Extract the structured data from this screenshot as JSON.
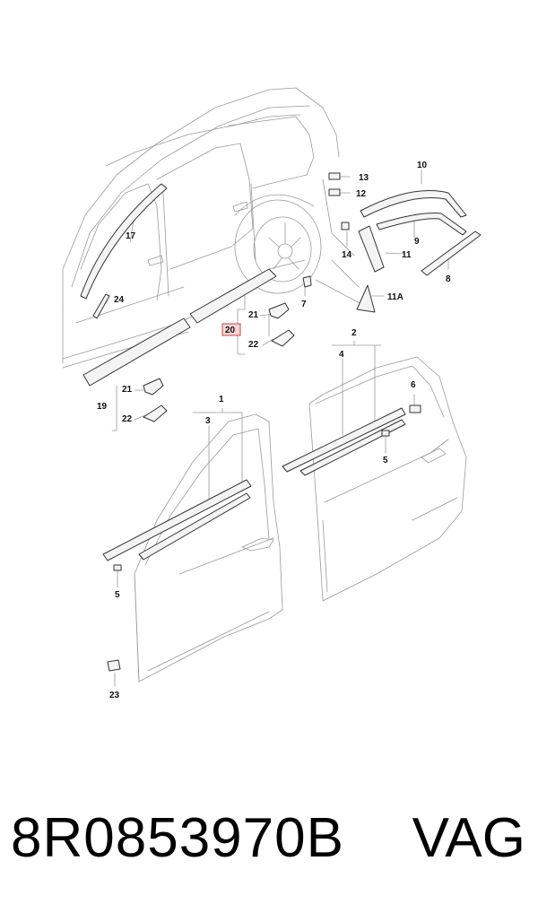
{
  "callouts": {
    "c1": "1",
    "c2": "2",
    "c3": "3",
    "c4": "4",
    "c5a": "5",
    "c5b": "5",
    "c6": "6",
    "c7": "7",
    "c8": "8",
    "c9": "9",
    "c10": "10",
    "c11": "11",
    "c11a": "11A",
    "c12": "12",
    "c13": "13",
    "c14": "14",
    "c17": "17",
    "c19": "19",
    "c20": "20",
    "c21a": "21",
    "c21b": "21",
    "c22a": "22",
    "c22b": "22",
    "c23": "23",
    "c24": "24"
  },
  "highlighted_callout": "20",
  "colors": {
    "line": "#8a8a8a",
    "part": "#333333",
    "highlight_fill": "#f6d6d6",
    "highlight_stroke": "#cc4444"
  },
  "footer": {
    "part_number": "8R0853970B",
    "brand": "VAG"
  }
}
